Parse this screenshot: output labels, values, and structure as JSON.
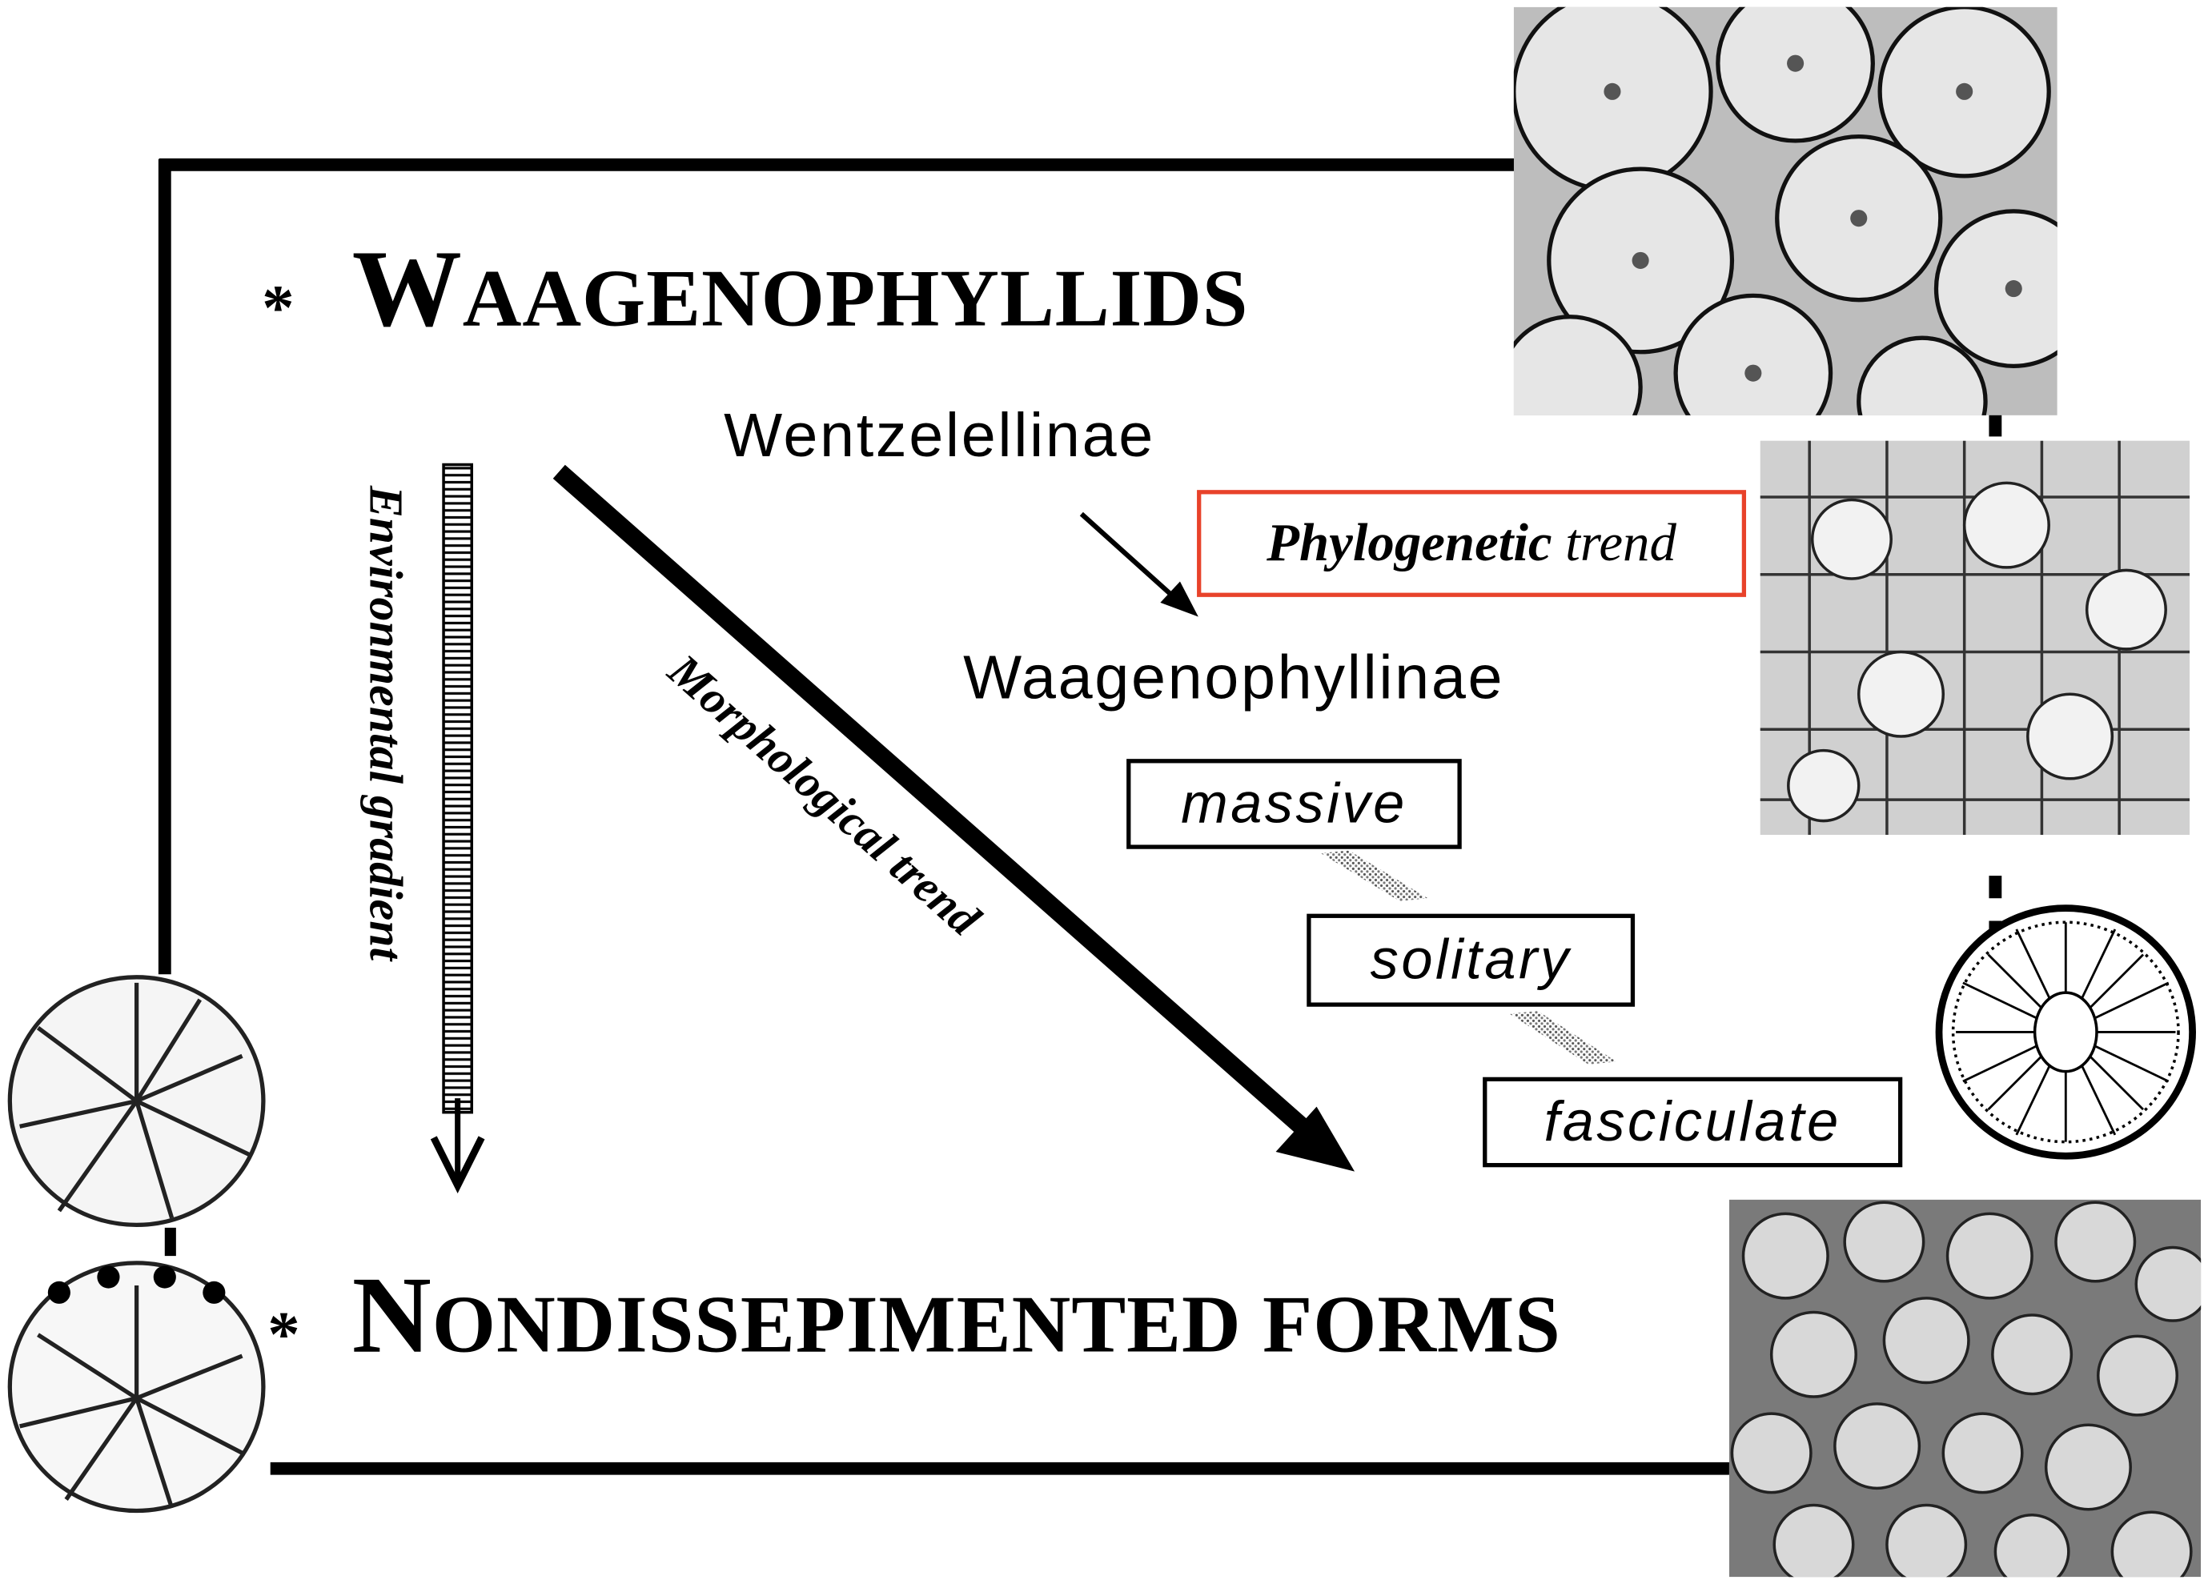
{
  "header": {
    "star": "*",
    "title_initial": "W",
    "title_rest": "AAGENOPHYLLIDS"
  },
  "footer": {
    "star": "*",
    "title_initial": "N",
    "title_rest": "ONDISSEPIMENTED FORMS"
  },
  "subfamilies": {
    "upper": "Wentzelellinae",
    "lower": "Waagenophyllinae"
  },
  "trends": {
    "phylogenetic_bold": "Phylogenetic",
    "phylogenetic_rest": " trend",
    "morphological": "Morphological trend",
    "environmental": "Environmental gradient"
  },
  "growth_forms": [
    "massive",
    "solitary",
    "fasciculate"
  ],
  "colors": {
    "phylogenetic_box_border": "#e8422a",
    "line": "#000000"
  },
  "images": [
    "massive-colony-photo",
    "cerioid-colony-photo",
    "solitary-corallite-drawing",
    "fasciculate-colony-photo",
    "solitary-corallite-upper-drawing",
    "solitary-corallite-lower-drawing"
  ]
}
